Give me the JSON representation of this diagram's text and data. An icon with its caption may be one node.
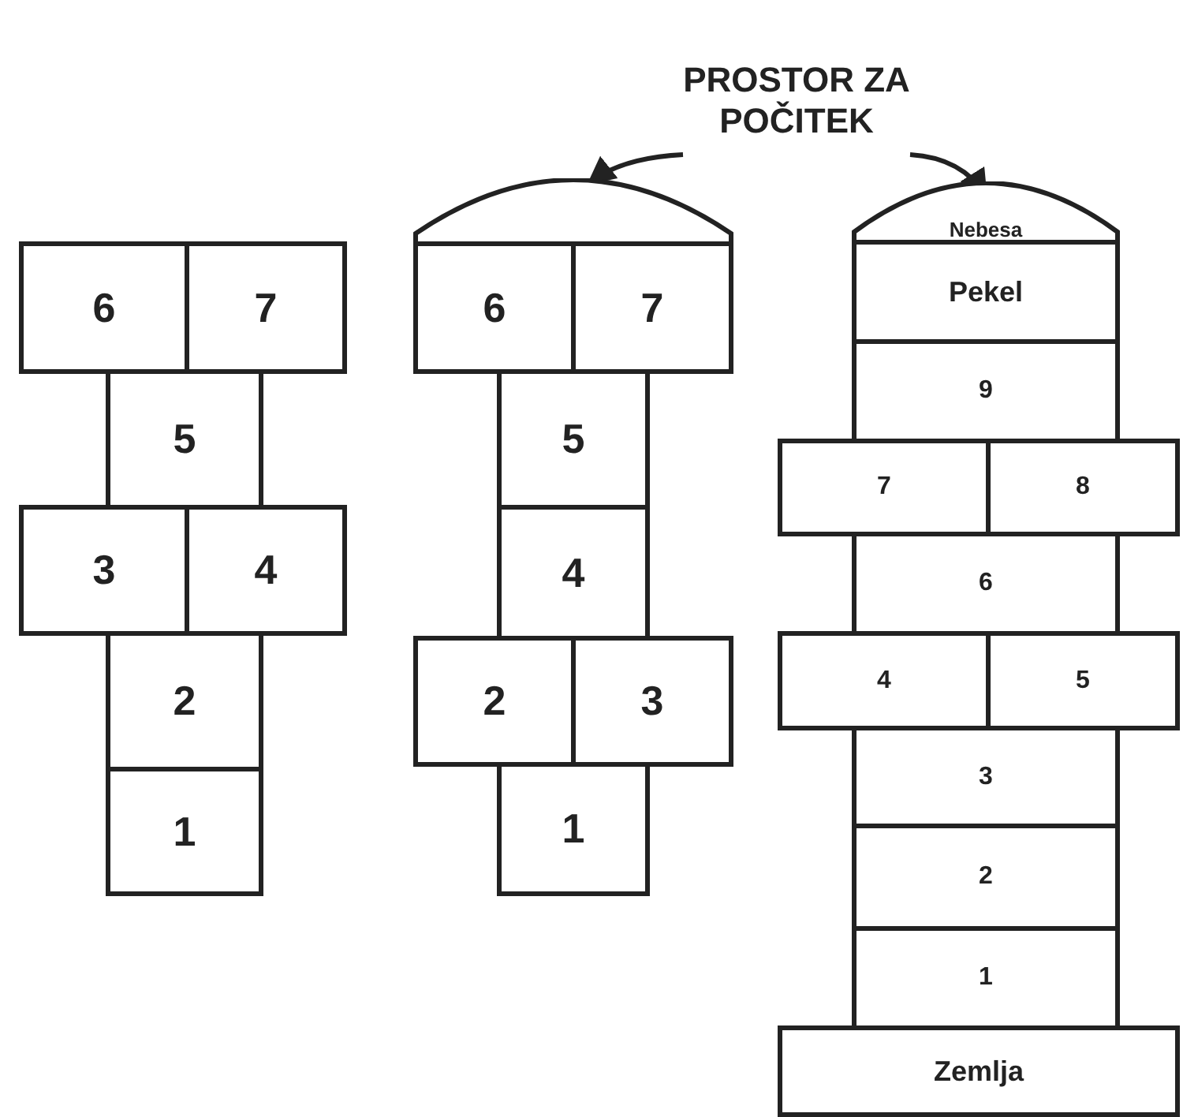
{
  "diagram": {
    "nodes": [
      {
        "text": [
          "PROSTOR ZA POČITEK"
        ]
      },
      {
        "text": [
          "6"
        ]
      },
      {
        "text": [
          "7"
        ]
      },
      {
        "text": [
          "5"
        ]
      },
      {
        "text": [
          "3"
        ]
      },
      {
        "text": [
          "4"
        ]
      },
      {
        "text": [
          "2"
        ]
      },
      {
        "text": [
          "1"
        ]
      },
      {
        "text": [],
        "shape": "semicircle"
      },
      {
        "text": [
          "6"
        ]
      },
      {
        "text": [
          "7"
        ]
      },
      {
        "text": [
          "5"
        ]
      },
      {
        "text": [
          "4"
        ]
      },
      {
        "text": [
          "2"
        ]
      },
      {
        "text": [
          "3"
        ]
      },
      {
        "text": [
          "1"
        ]
      },
      {
        "text": [
          "Nebesa"
        ]
      },
      {
        "text": [
          "Pekel"
        ]
      },
      {
        "text": [
          "9"
        ]
      },
      {
        "text": [
          "7"
        ]
      },
      {
        "text": [
          "8"
        ]
      },
      {
        "text": [
          "6"
        ]
      },
      {
        "text": [
          "4"
        ]
      },
      {
        "text": [
          "5"
        ]
      },
      {
        "text": [
          "3"
        ]
      },
      {
        "text": [
          "2"
        ]
      },
      {
        "text": [
          "1"
        ]
      },
      {
        "text": [
          "Zemlja"
        ]
      }
    ],
    "edges": [
      {
        "from": 0,
        "to": 8,
        "arrow": "to"
      },
      {
        "from": 0,
        "to": 16,
        "arrow": "to"
      }
    ]
  }
}
